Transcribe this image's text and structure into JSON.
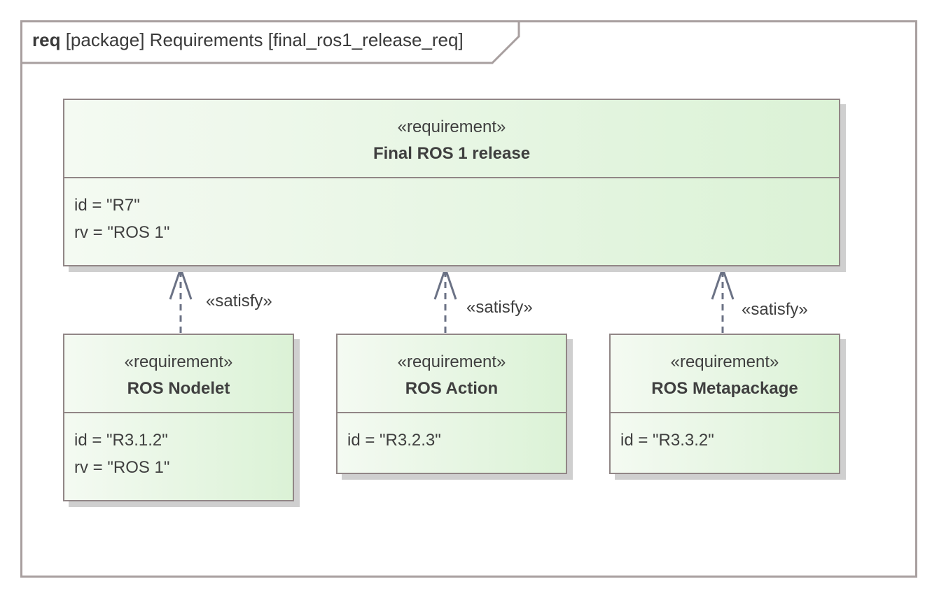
{
  "diagram": {
    "frame": {
      "kind": "req",
      "label": "[package] Requirements [final_ros1_release_req]"
    },
    "requirements": {
      "final": {
        "stereotype": "«requirement»",
        "name": "Final ROS 1 release",
        "id": "id = \"R7\"",
        "rv": "rv = \"ROS 1\""
      },
      "nodelet": {
        "stereotype": "«requirement»",
        "name": "ROS Nodelet",
        "id": "id = \"R3.1.2\"",
        "rv": "rv = \"ROS 1\""
      },
      "action": {
        "stereotype": "«requirement»",
        "name": "ROS Action",
        "id": "id = \"R3.2.3\""
      },
      "metapackage": {
        "stereotype": "«requirement»",
        "name": "ROS Metapackage",
        "id": "id = \"R3.3.2\""
      }
    },
    "relations": [
      {
        "from": "ROS Nodelet",
        "to": "Final ROS 1 release",
        "label": "«satisfy»"
      },
      {
        "from": "ROS Action",
        "to": "Final ROS 1 release",
        "label": "«satisfy»"
      },
      {
        "from": "ROS Metapackage",
        "to": "Final ROS 1 release",
        "label": "«satisfy»"
      }
    ]
  },
  "colors": {
    "frame_border": "#a89f9f",
    "box_border": "#918686",
    "box_fill_start": "#f4faf2",
    "box_fill_end": "#dbf2d6",
    "connector": "#6b7285",
    "shadow": "#cfcfcf"
  }
}
